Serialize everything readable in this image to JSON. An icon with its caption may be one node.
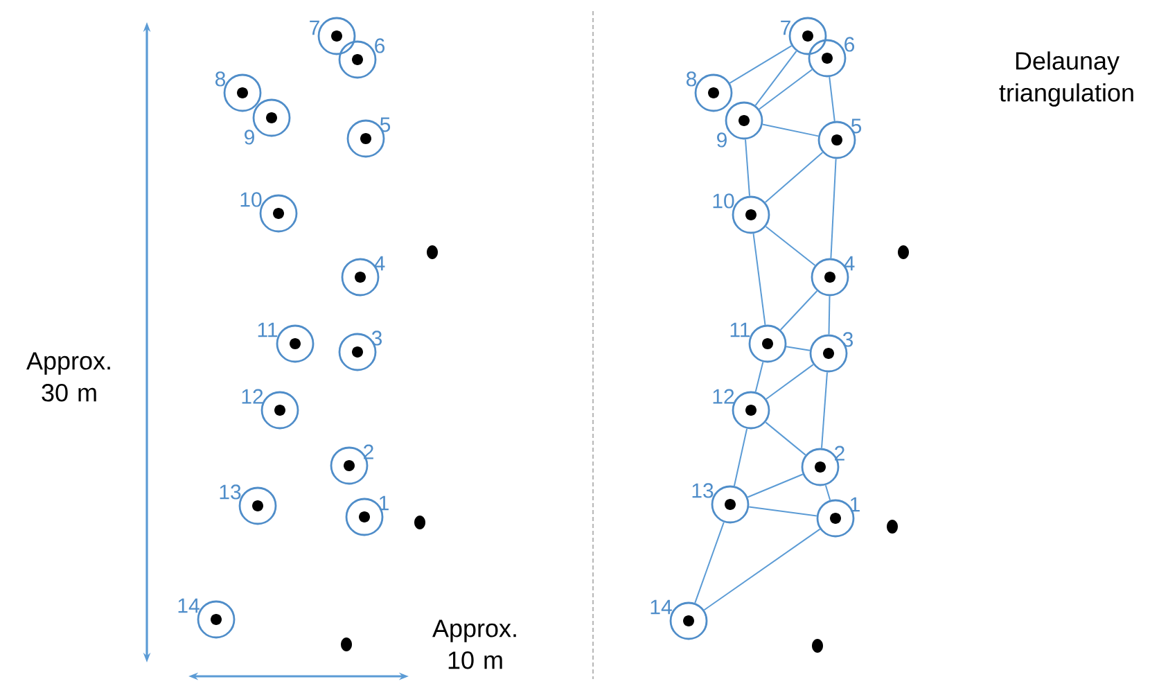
{
  "diagram": {
    "nodes": [
      {
        "text": [],
        "shape": "circle",
        "beside": [
          "1"
        ]
      },
      {
        "text": [],
        "shape": "circle",
        "beside": [
          "2"
        ]
      },
      {
        "text": [],
        "shape": "circle",
        "beside": [
          "3"
        ]
      },
      {
        "text": [],
        "shape": "circle",
        "beside": [
          "4"
        ]
      },
      {
        "text": [],
        "shape": "circle",
        "beside": [
          "5"
        ]
      },
      {
        "text": [],
        "shape": "circle",
        "beside": [
          "6"
        ]
      },
      {
        "text": [],
        "shape": "circle",
        "beside": [
          "7"
        ]
      },
      {
        "text": [],
        "shape": "circle",
        "beside": [
          "8"
        ]
      },
      {
        "text": [],
        "shape": "circle",
        "beside": [
          "9"
        ]
      },
      {
        "text": [],
        "shape": "circle",
        "beside": [
          "10"
        ]
      },
      {
        "text": [],
        "shape": "circle",
        "beside": [
          "11"
        ]
      },
      {
        "text": [],
        "shape": "circle",
        "beside": [
          "12"
        ]
      },
      {
        "text": [],
        "shape": "circle",
        "beside": [
          "13"
        ]
      },
      {
        "text": [],
        "shape": "circle",
        "beside": [
          "14"
        ]
      },
      {
        "text": [],
        "shape": "circle",
        "beside": [
          "1"
        ]
      },
      {
        "text": [],
        "shape": "circle",
        "beside": [
          "2"
        ]
      },
      {
        "text": [],
        "shape": "circle",
        "beside": [
          "3"
        ]
      },
      {
        "text": [],
        "shape": "circle",
        "beside": [
          "4"
        ]
      },
      {
        "text": [],
        "shape": "circle",
        "beside": [
          "5"
        ]
      },
      {
        "text": [],
        "shape": "circle",
        "beside": [
          "6"
        ]
      },
      {
        "text": [],
        "shape": "circle",
        "beside": [
          "7"
        ]
      },
      {
        "text": [],
        "shape": "circle",
        "beside": [
          "8"
        ]
      },
      {
        "text": [],
        "shape": "circle",
        "beside": [
          "9"
        ]
      },
      {
        "text": [],
        "shape": "circle",
        "beside": [
          "10"
        ]
      },
      {
        "text": [],
        "shape": "circle",
        "beside": [
          "11"
        ]
      },
      {
        "text": [],
        "shape": "circle",
        "beside": [
          "12"
        ]
      },
      {
        "text": [],
        "shape": "circle",
        "beside": [
          "13"
        ]
      },
      {
        "text": [],
        "shape": "circle",
        "beside": [
          "14"
        ]
      }
    ],
    "edges": [
      {
        "from": 20,
        "to": 21,
        "arrow": "none"
      },
      {
        "from": 20,
        "to": 22,
        "arrow": "none"
      },
      {
        "from": 19,
        "to": 22,
        "arrow": "none"
      },
      {
        "from": 19,
        "to": 18,
        "arrow": "none"
      },
      {
        "from": 22,
        "to": 18,
        "arrow": "none"
      },
      {
        "from": 22,
        "to": 23,
        "arrow": "none"
      },
      {
        "from": 18,
        "to": 23,
        "arrow": "none"
      },
      {
        "from": 18,
        "to": 17,
        "arrow": "none"
      },
      {
        "from": 23,
        "to": 17,
        "arrow": "none"
      },
      {
        "from": 23,
        "to": 24,
        "arrow": "none"
      },
      {
        "from": 17,
        "to": 24,
        "arrow": "none"
      },
      {
        "from": 17,
        "to": 16,
        "arrow": "none"
      },
      {
        "from": 24,
        "to": 16,
        "arrow": "none"
      },
      {
        "from": 24,
        "to": 25,
        "arrow": "none"
      },
      {
        "from": 16,
        "to": 25,
        "arrow": "none"
      },
      {
        "from": 16,
        "to": 15,
        "arrow": "none"
      },
      {
        "from": 25,
        "to": 15,
        "arrow": "none"
      },
      {
        "from": 25,
        "to": 26,
        "arrow": "none"
      },
      {
        "from": 26,
        "to": 15,
        "arrow": "none"
      },
      {
        "from": 26,
        "to": 14,
        "arrow": "none"
      },
      {
        "from": 15,
        "to": 14,
        "arrow": "none"
      },
      {
        "from": 26,
        "to": 27,
        "arrow": "none"
      },
      {
        "from": 27,
        "to": 14,
        "arrow": "none"
      }
    ],
    "labels": [
      "Approx. 30 m",
      "Approx. 10 m",
      "Delaunay triangulation"
    ]
  }
}
